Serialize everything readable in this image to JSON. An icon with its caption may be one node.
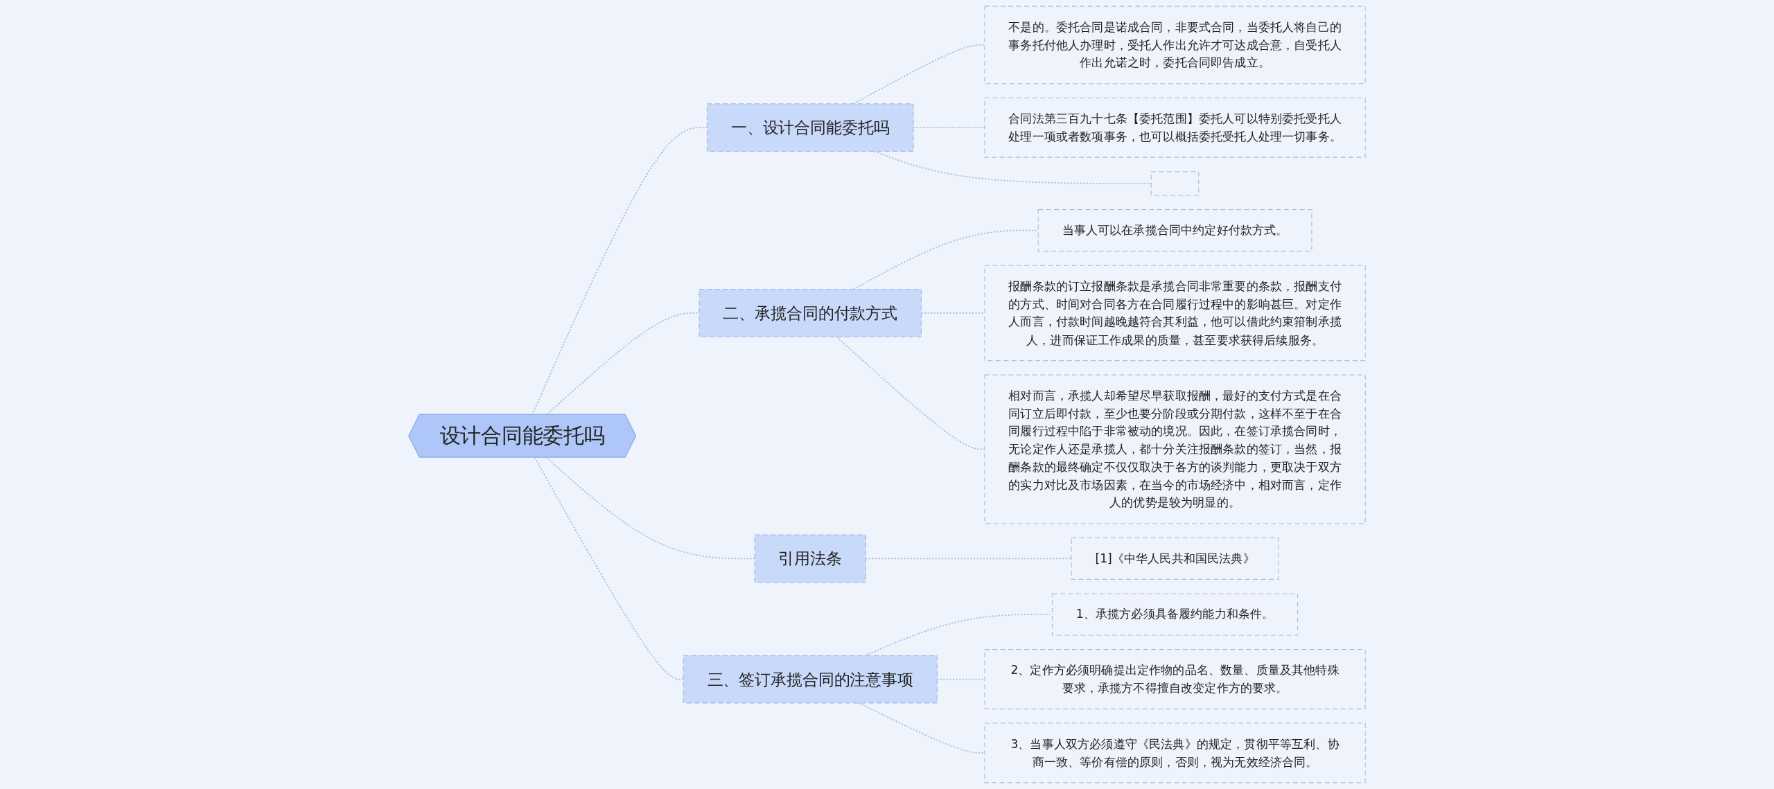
{
  "diagram": {
    "nodes": [
      {
        "text": [
          "设计合同能委托吗"
        ]
      },
      {
        "text": [
          "一、设计合同能委托吗"
        ]
      },
      {
        "text": [
          "不是的。委托合同是诺成合同，非要式合同，当委托人将自己的事务托付他人办理时，受托人作出允许才可达成合意，自受托人作出允诺之时，委托合同即告成立。"
        ]
      },
      {
        "text": [
          "合同法第三百九十七条【委托范围】委托人可以特别委托受托人处理一项或者数项事务，也可以概括委托受托人处理一切事务。"
        ]
      },
      {
        "text": [],
        "shape": "box"
      },
      {
        "text": [
          "二、承揽合同的付款方式"
        ]
      },
      {
        "text": [
          "当事人可以在承揽合同中约定好付款方式。"
        ]
      },
      {
        "text": [
          "报酬条款的订立报酬条款是承揽合同非常重要的条款，报酬支付的方式、时间对合同各方在合同履行过程中的影响甚巨。对定作人而言，付款时间越晚越符合其利益，他可以借此约束箝制承揽人，进而保证工作成果的质量，甚至要求获得后续服务。"
        ]
      },
      {
        "text": [
          "相对而言，承揽人却希望尽早获取报酬，最好的支付方式是在合同订立后即付款，至少也要分阶段或分期付款，这样不至于在合同履行过程中陷于非常被动的境况。因此，在签订承揽合同时，无论定作人还是承揽人，都十分关注报酬条款的签订，当然，报酬条款的最终确定不仅仅取决于各方的谈判能力，更取决于双方的实力对比及市场因素，在当今的市场经济中，相对而言，定作人的优势是较为明显的。"
        ]
      },
      {
        "text": [
          "引用法条"
        ]
      },
      {
        "text": [
          "[1]《中华人民共和国民法典》"
        ]
      },
      {
        "text": [
          "三、签订承揽合同的注意事项"
        ]
      },
      {
        "text": [
          "1、承揽方必须具备履约能力和条件。"
        ]
      },
      {
        "text": [
          "2、定作方必须明确提出定作物的品名、数量、质量及其他特殊要求，承揽方不得擅自改变定作方的要求。"
        ]
      },
      {
        "text": [
          "3、当事人双方必须遵守《民法典》的规定，贯彻平等互利、协商一致、等价有偿的原则，否则，视为无效经济合同。"
        ]
      }
    ],
    "edges": [
      {
        "from": 0,
        "to": 1,
        "arrow": "none",
        "style": "dashed"
      },
      {
        "from": 1,
        "to": 2,
        "arrow": "none",
        "style": "dashed"
      },
      {
        "from": 1,
        "to": 3,
        "arrow": "none",
        "style": "dashed"
      },
      {
        "from": 1,
        "to": 4,
        "arrow": "none",
        "style": "dashed"
      },
      {
        "from": 0,
        "to": 5,
        "arrow": "none",
        "style": "dashed"
      },
      {
        "from": 5,
        "to": 6,
        "arrow": "none",
        "style": "dashed"
      },
      {
        "from": 5,
        "to": 7,
        "arrow": "none",
        "style": "dashed"
      },
      {
        "from": 5,
        "to": 8,
        "arrow": "none",
        "style": "dashed"
      },
      {
        "from": 0,
        "to": 9,
        "arrow": "none",
        "style": "dashed"
      },
      {
        "from": 9,
        "to": 10,
        "arrow": "none",
        "style": "dashed"
      },
      {
        "from": 0,
        "to": 11,
        "arrow": "none",
        "style": "dashed"
      },
      {
        "from": 11,
        "to": 12,
        "arrow": "none",
        "style": "dashed"
      },
      {
        "from": 11,
        "to": 13,
        "arrow": "none",
        "style": "dashed"
      },
      {
        "from": 11,
        "to": 14,
        "arrow": "none",
        "style": "dashed"
      }
    ]
  }
}
